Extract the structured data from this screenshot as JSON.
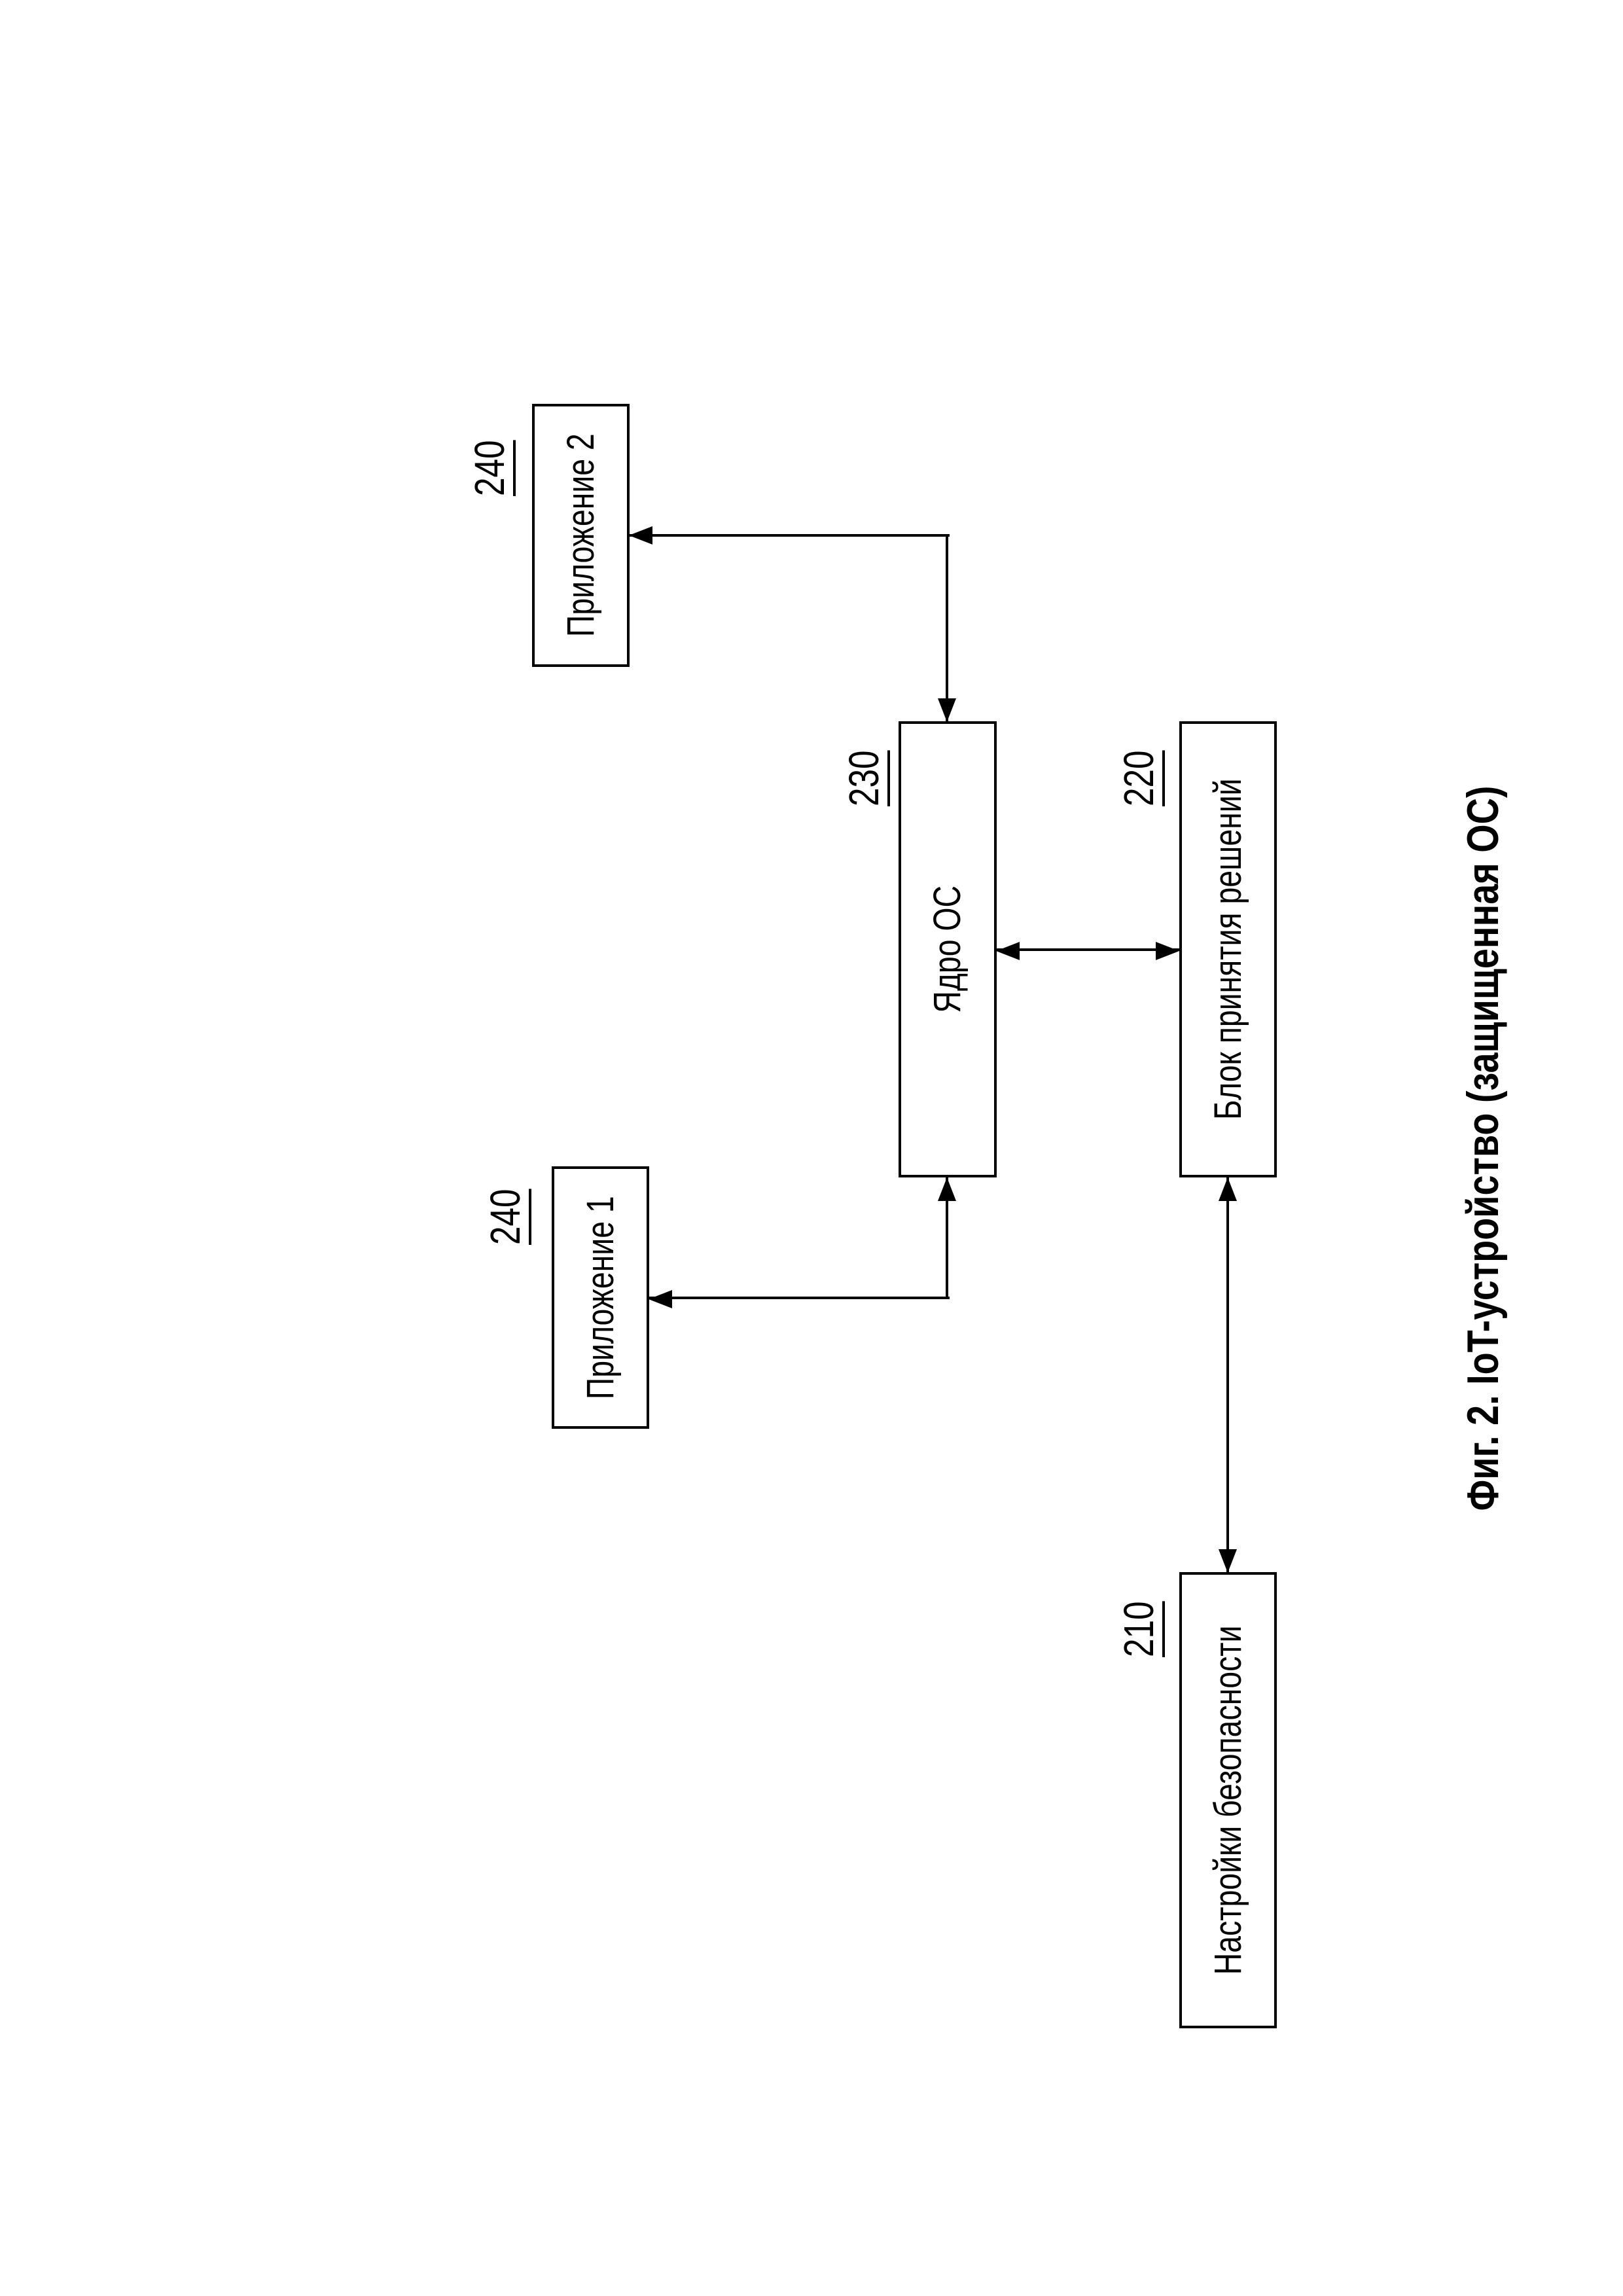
{
  "figure": {
    "caption": "Фиг. 2. IoT-устройство (защищенная ОС)",
    "boxes": [
      {
        "id": "security-settings",
        "ref": "210",
        "label": "Настройки безопасности"
      },
      {
        "id": "decision-block",
        "ref": "220",
        "label": "Блок принятия решений"
      },
      {
        "id": "os-kernel",
        "ref": "230",
        "label": "Ядро ОС"
      },
      {
        "id": "application-1",
        "ref": "240",
        "label": "Приложение 1"
      },
      {
        "id": "application-2",
        "ref": "240",
        "label": "Приложение 2"
      }
    ],
    "connectors": [
      {
        "from": "Настройки безопасности (210)",
        "to": "Блок принятия решений (220)",
        "style": "double-arrow"
      },
      {
        "from": "Блок принятия решений (220)",
        "to": "Ядро ОС (230)",
        "style": "double-arrow"
      },
      {
        "from": "Ядро ОС (230)",
        "to": "Приложение 1 (240)",
        "style": "double-arrow-elbow"
      },
      {
        "from": "Ядро ОС (230)",
        "to": "Приложение 2 (240)",
        "style": "double-arrow-elbow"
      }
    ],
    "colors": {
      "line": "#000000",
      "background": "#ffffff",
      "text": "#000000"
    }
  }
}
